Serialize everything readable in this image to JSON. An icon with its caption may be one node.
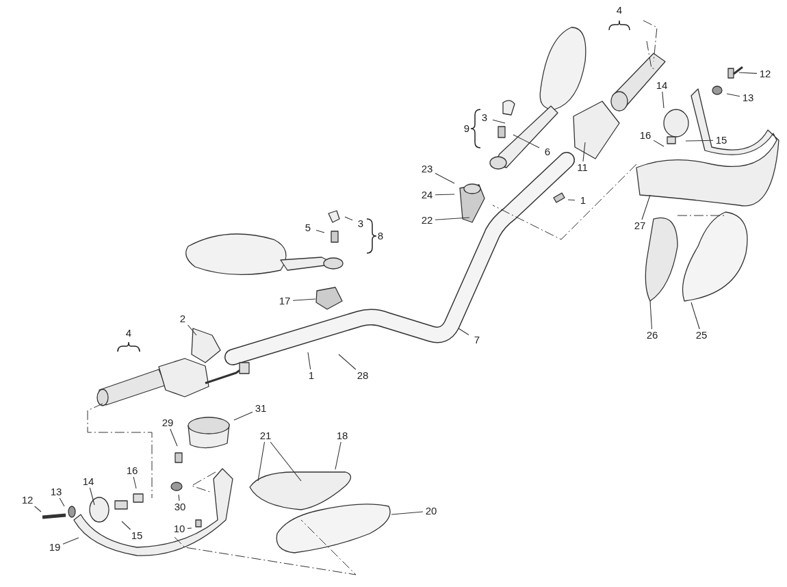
{
  "diagram": {
    "nodes": [
      {
        "text": [
          "12"
        ]
      },
      {
        "text": [
          "13"
        ]
      },
      {
        "text": [
          "14"
        ]
      },
      {
        "text": [
          "3"
        ]
      },
      {
        "text": [
          "16"
        ]
      },
      {
        "text": [
          "15"
        ]
      },
      {
        "text": [
          "6"
        ]
      },
      {
        "text": [
          "23"
        ]
      },
      {
        "text": [
          "11"
        ]
      },
      {
        "text": [
          "24"
        ]
      },
      {
        "text": [
          "1"
        ]
      },
      {
        "text": [
          "22"
        ]
      },
      {
        "text": [
          "3"
        ]
      },
      {
        "text": [
          "27"
        ]
      },
      {
        "text": [
          "5"
        ]
      },
      {
        "text": [
          "17"
        ]
      },
      {
        "text": [
          "2"
        ]
      },
      {
        "text": [
          "26"
        ]
      },
      {
        "text": [
          "25"
        ]
      },
      {
        "text": [
          "7"
        ]
      },
      {
        "text": [
          "1"
        ]
      },
      {
        "text": [
          "28"
        ]
      },
      {
        "text": [
          "31"
        ]
      },
      {
        "text": [
          "29"
        ]
      },
      {
        "text": [
          "21"
        ]
      },
      {
        "text": [
          "18"
        ]
      },
      {
        "text": [
          "16"
        ]
      },
      {
        "text": [
          "14"
        ]
      },
      {
        "text": [
          "13"
        ]
      },
      {
        "text": [
          "12"
        ]
      },
      {
        "text": [
          "30"
        ]
      },
      {
        "text": [
          "20"
        ]
      },
      {
        "text": [
          "10"
        ]
      },
      {
        "text": [
          "15"
        ]
      },
      {
        "text": [
          "19"
        ]
      }
    ],
    "edges": [
      {
        "from": 0,
        "to": null,
        "arrow": "none"
      },
      {
        "from": 1,
        "to": null,
        "arrow": "none"
      },
      {
        "from": 2,
        "to": null,
        "arrow": "none"
      },
      {
        "from": 3,
        "to": null,
        "arrow": "none"
      },
      {
        "from": 4,
        "to": null,
        "arrow": "none"
      },
      {
        "from": 5,
        "to": null,
        "arrow": "none"
      },
      {
        "from": 6,
        "to": null,
        "arrow": "none"
      },
      {
        "from": 7,
        "to": null,
        "arrow": "none"
      },
      {
        "from": 8,
        "to": null,
        "arrow": "none"
      },
      {
        "from": 9,
        "to": null,
        "arrow": "none"
      },
      {
        "from": 10,
        "to": null,
        "arrow": "none"
      },
      {
        "from": 11,
        "to": null,
        "arrow": "none"
      },
      {
        "from": 12,
        "to": null,
        "arrow": "none"
      },
      {
        "from": 13,
        "to": null,
        "arrow": "none"
      },
      {
        "from": 14,
        "to": null,
        "arrow": "none"
      },
      {
        "from": 15,
        "to": null,
        "arrow": "none"
      },
      {
        "from": 16,
        "to": null,
        "arrow": "none"
      },
      {
        "from": 17,
        "to": null,
        "arrow": "none"
      },
      {
        "from": 18,
        "to": null,
        "arrow": "none"
      },
      {
        "from": 19,
        "to": null,
        "arrow": "none"
      },
      {
        "from": 20,
        "to": null,
        "arrow": "none"
      },
      {
        "from": 21,
        "to": null,
        "arrow": "none"
      },
      {
        "from": 22,
        "to": null,
        "arrow": "none"
      },
      {
        "from": 23,
        "to": null,
        "arrow": "none"
      },
      {
        "from": 24,
        "to": null,
        "arrow": "none"
      },
      {
        "from": 24,
        "to": null,
        "arrow": "none"
      },
      {
        "from": 25,
        "to": null,
        "arrow": "none"
      },
      {
        "from": 26,
        "to": null,
        "arrow": "none"
      },
      {
        "from": 27,
        "to": null,
        "arrow": "none"
      },
      {
        "from": 28,
        "to": null,
        "arrow": "none"
      },
      {
        "from": 29,
        "to": null,
        "arrow": "none"
      },
      {
        "from": 30,
        "to": null,
        "arrow": "none"
      },
      {
        "from": 31,
        "to": null,
        "arrow": "none"
      },
      {
        "from": 32,
        "to": null,
        "arrow": "none"
      },
      {
        "from": 33,
        "to": null,
        "arrow": "none"
      },
      {
        "from": 34,
        "to": null,
        "arrow": "none"
      }
    ],
    "labels": [
      "4",
      "9",
      "8",
      "4"
    ]
  }
}
